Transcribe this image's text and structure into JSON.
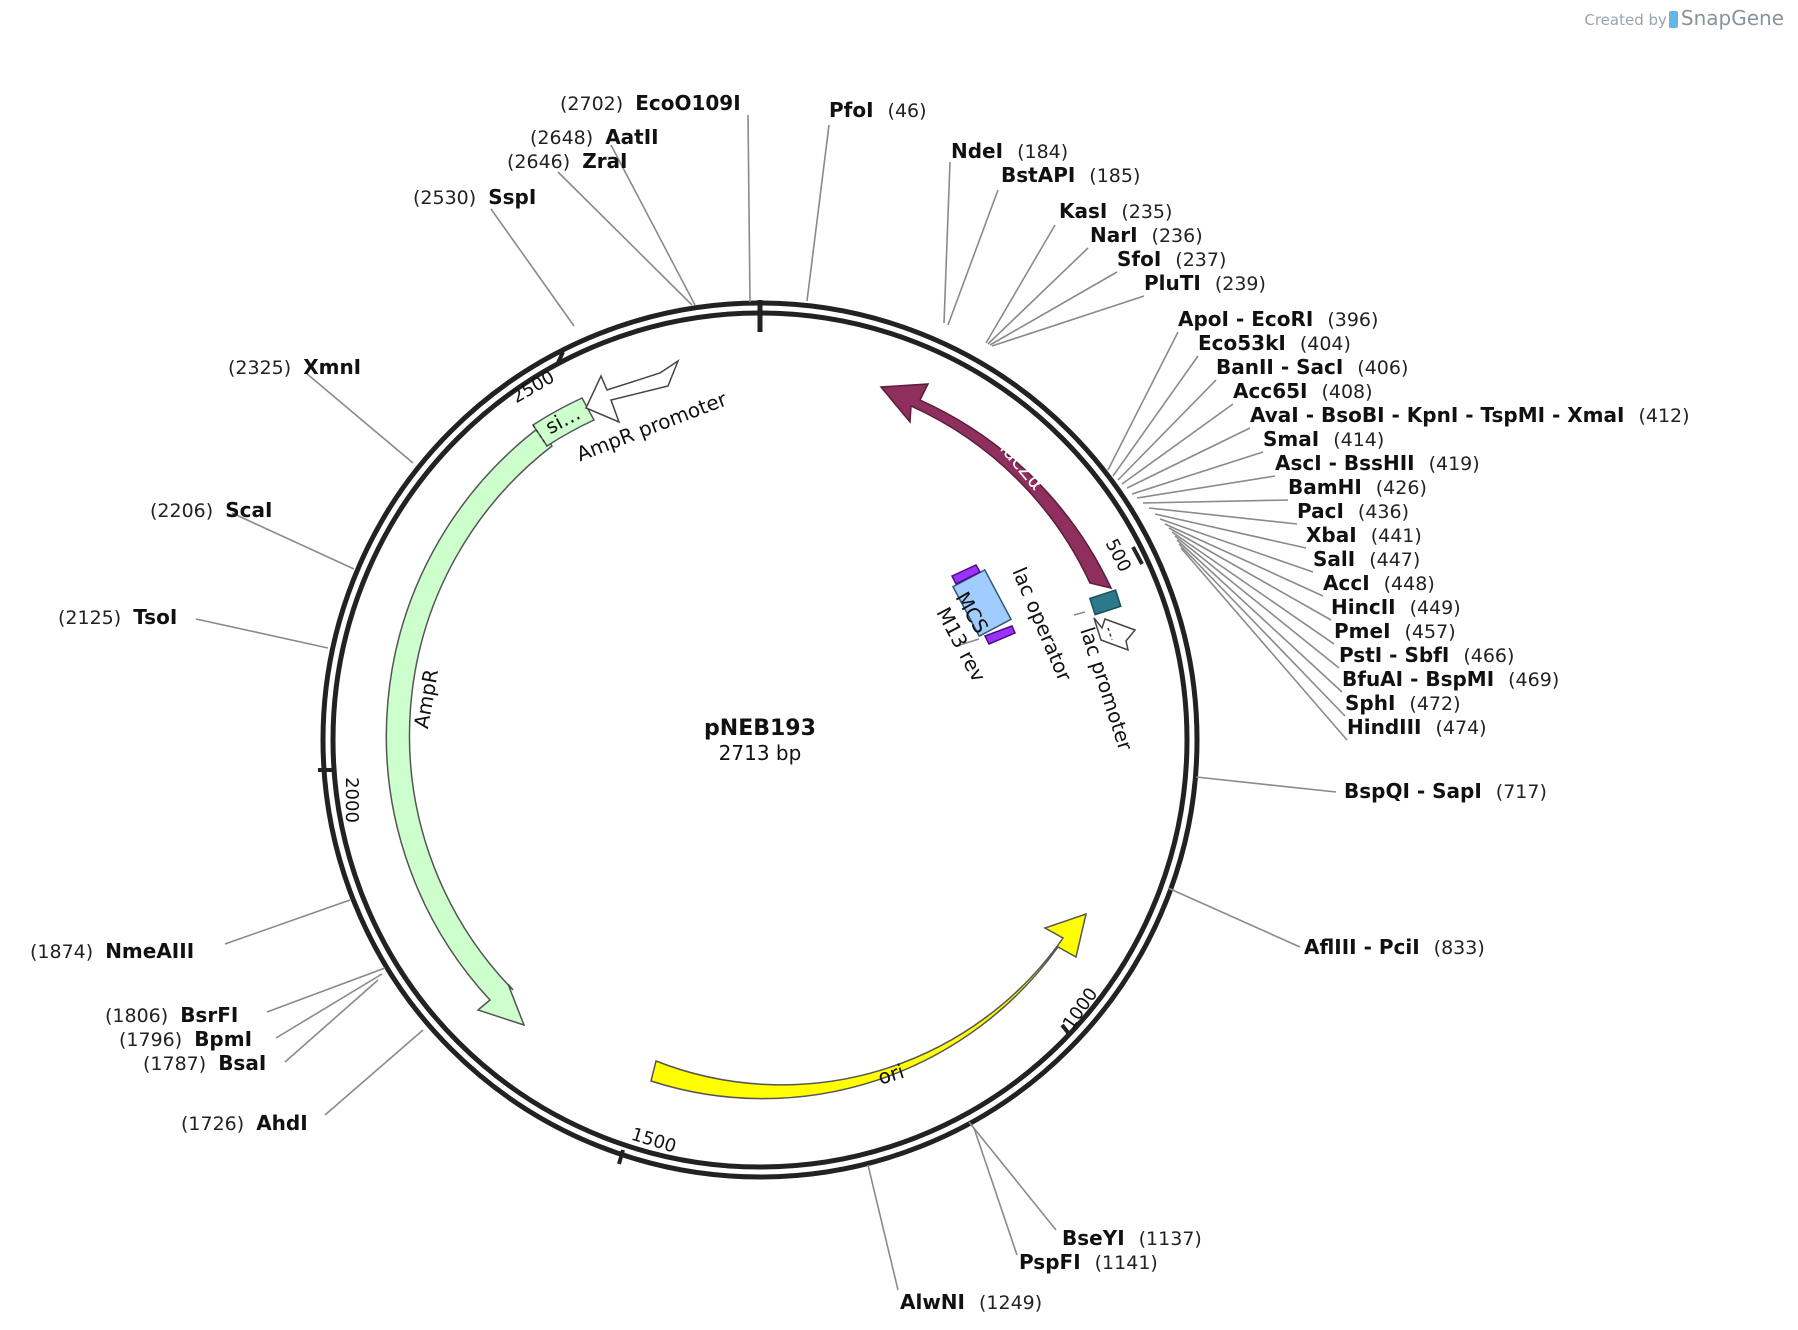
{
  "credit": {
    "prefix": "Created by",
    "brand": "SnapGene"
  },
  "plasmid": {
    "name": "pNEB193",
    "length_label": "2713 bp"
  },
  "ticks": [
    "500",
    "1000",
    "1500",
    "2000",
    "2500"
  ],
  "features": [
    {
      "key": "lacZa",
      "label": "lacZα",
      "color": "#8e2f5e"
    },
    {
      "key": "ori",
      "label": "ori",
      "color": "#ffff00"
    },
    {
      "key": "AmpR",
      "label": "AmpR",
      "color": "#ccffcc"
    },
    {
      "key": "AmpR_promoter",
      "label": "AmpR promoter",
      "color": "#ffffff"
    },
    {
      "key": "signal",
      "label": "si…",
      "color": "#ccffcc"
    },
    {
      "key": "lac_promoter",
      "label": "lac promoter",
      "color": "#ffffff"
    },
    {
      "key": "lac_operator",
      "label": "lac operator",
      "color": "#2b7a8c"
    },
    {
      "key": "MCS",
      "label": "MCS",
      "color": "#a0ccff"
    },
    {
      "key": "M13rev",
      "label": "M13 rev",
      "color": "#9b30ff"
    }
  ],
  "sites": [
    {
      "name": "EcoO109I",
      "pos": "(2702)"
    },
    {
      "name": "AatII",
      "pos": "(2648)"
    },
    {
      "name": "ZraI",
      "pos": "(2646)"
    },
    {
      "name": "SspI",
      "pos": "(2530)"
    },
    {
      "name": "XmnI",
      "pos": "(2325)"
    },
    {
      "name": "ScaI",
      "pos": "(2206)"
    },
    {
      "name": "TsoI",
      "pos": "(2125)"
    },
    {
      "name": "NmeAIII",
      "pos": "(1874)"
    },
    {
      "name": "BsrFI",
      "pos": "(1806)"
    },
    {
      "name": "BpmI",
      "pos": "(1796)"
    },
    {
      "name": "BsaI",
      "pos": "(1787)"
    },
    {
      "name": "AhdI",
      "pos": "(1726)"
    },
    {
      "name": "PfoI",
      "pos": "(46)"
    },
    {
      "name": "NdeI",
      "pos": "(184)"
    },
    {
      "name": "BstAPI",
      "pos": "(185)"
    },
    {
      "name": "KasI",
      "pos": "(235)"
    },
    {
      "name": "NarI",
      "pos": "(236)"
    },
    {
      "name": "SfoI",
      "pos": "(237)"
    },
    {
      "name": "PluTI",
      "pos": "(239)"
    },
    {
      "name": "ApoI - EcoRI",
      "pos": "(396)"
    },
    {
      "name": "Eco53kI",
      "pos": "(404)"
    },
    {
      "name": "BanII - SacI",
      "pos": "(406)"
    },
    {
      "name": "Acc65I",
      "pos": "(408)"
    },
    {
      "name": "AvaI - BsoBI - KpnI - TspMI - XmaI",
      "pos": "(412)"
    },
    {
      "name": "SmaI",
      "pos": "(414)"
    },
    {
      "name": "AscI - BssHII",
      "pos": "(419)"
    },
    {
      "name": "BamHI",
      "pos": "(426)"
    },
    {
      "name": "PacI",
      "pos": "(436)"
    },
    {
      "name": "XbaI",
      "pos": "(441)"
    },
    {
      "name": "SalI",
      "pos": "(447)"
    },
    {
      "name": "AccI",
      "pos": "(448)"
    },
    {
      "name": "HincII",
      "pos": "(449)"
    },
    {
      "name": "PmeI",
      "pos": "(457)"
    },
    {
      "name": "PstI - SbfI",
      "pos": "(466)"
    },
    {
      "name": "BfuAI - BspMI",
      "pos": "(469)"
    },
    {
      "name": "SphI",
      "pos": "(472)"
    },
    {
      "name": "HindIII",
      "pos": "(474)"
    },
    {
      "name": "BspQI - SapI",
      "pos": "(717)"
    },
    {
      "name": "AflIII - PciI",
      "pos": "(833)"
    },
    {
      "name": "BseYI",
      "pos": "(1137)"
    },
    {
      "name": "PspFI",
      "pos": "(1141)"
    },
    {
      "name": "AlwNI",
      "pos": "(1249)"
    }
  ]
}
